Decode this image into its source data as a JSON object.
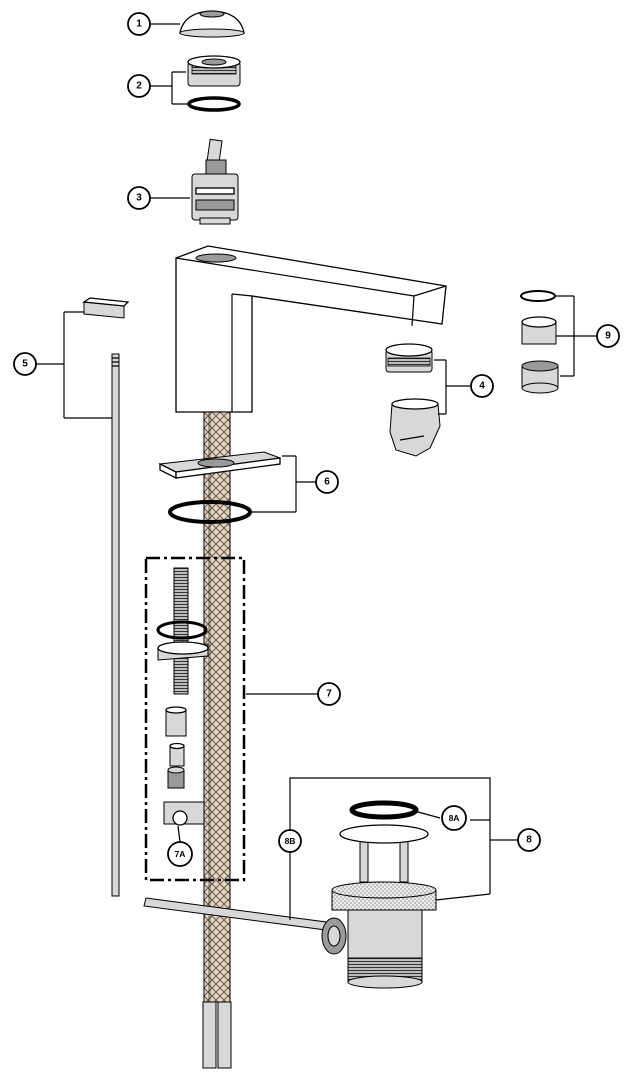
{
  "callouts": {
    "c1": "1",
    "c2": "2",
    "c3": "3",
    "c4": "4",
    "c5": "5",
    "c6": "6",
    "c7": "7",
    "c7a": "7A",
    "c8": "8",
    "c8a": "8A",
    "c8b": "8B",
    "c9": "9"
  },
  "colors": {
    "line": "#000000",
    "hose_fill": "#e2d6c6",
    "hose_weave": "#6b5a48",
    "metal_light": "#d8d8d8",
    "metal_dark": "#9a9a9a",
    "background": "#ffffff"
  }
}
